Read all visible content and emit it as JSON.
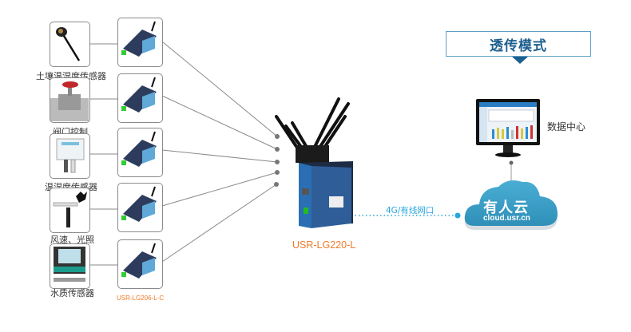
{
  "header": {
    "mode_title": "透传模式"
  },
  "sensors": [
    {
      "label": "土壤温湿度传感器",
      "icon": "soil-probe-icon"
    },
    {
      "label": "阀门控制",
      "icon": "valve-icon"
    },
    {
      "label": "温湿度传感器",
      "icon": "temp-humidity-sensor-icon"
    },
    {
      "label": "风速、光照",
      "icon": "wind-light-sensor-icon"
    },
    {
      "label": "水质传感器",
      "icon": "water-quality-sensor-icon"
    }
  ],
  "serial_device": {
    "model": "USR-LG206-L-C",
    "icon": "serial-server-icon"
  },
  "gateway": {
    "model": "USR-LG220-L",
    "icon": "lora-gateway-icon"
  },
  "link": {
    "label": "4G/有线网口"
  },
  "cloud": {
    "name": "有人云",
    "url": "cloud.usr.cn",
    "registered_mark": "®"
  },
  "data_center": {
    "label": "数据中心"
  },
  "colors": {
    "accent_orange": "#f07a2a",
    "accent_blue": "#27a7e0",
    "title_blue": "#1c5f8f",
    "cloud_blue": "#3d9fc6"
  }
}
